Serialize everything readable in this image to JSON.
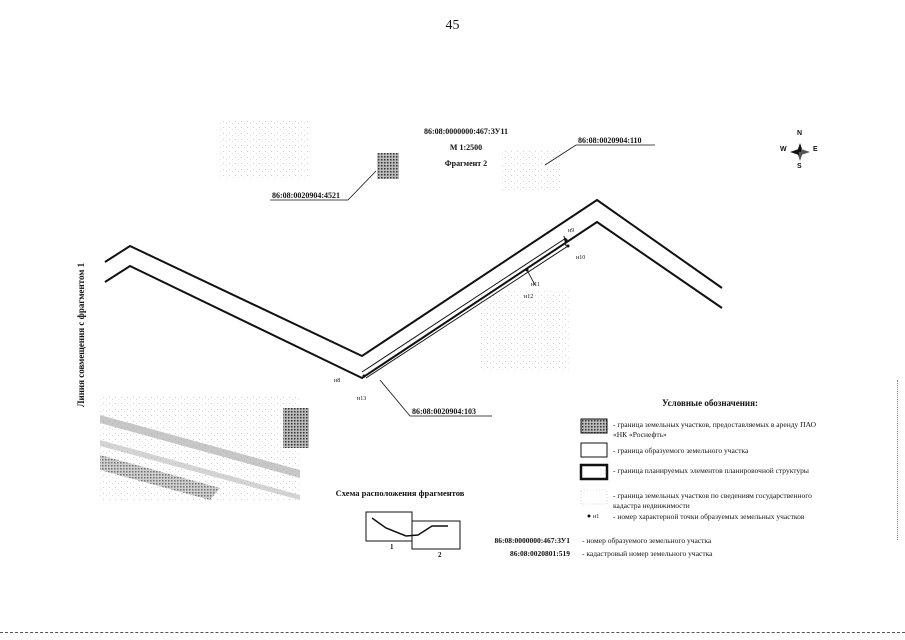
{
  "page_number": "45",
  "title": {
    "parcel_id": "86:08:0000000:467:ЗУ11",
    "scale": "М 1:2500",
    "fragment": "Фрагмент 2"
  },
  "side_label": "Линия совмещения с фрагментом 1",
  "compass": {
    "n": "N",
    "s": "S",
    "w": "W",
    "e": "E"
  },
  "map_labels": {
    "parcel_4521": "86:08:0020904:4521",
    "parcel_110": "86:08:0020904:110",
    "parcel_103": "86:08:0020904:103"
  },
  "points": {
    "n9": "н9",
    "n10": "н10",
    "n11": "н11",
    "n12": "н12",
    "n8": "н8",
    "n13": "н13"
  },
  "legend": {
    "title": "Условные обозначения:",
    "items": [
      {
        "text": "- граница земельных участков, предоставляемых в аренду ПАО «НК «Роснефть»"
      },
      {
        "text": "- граница образуемого земельного участка"
      },
      {
        "text": "- граница планируемых элементов планировочной структуры"
      },
      {
        "text": "- граница земельных участков по сведениям государственного кадастра недвижимости"
      },
      {
        "marker": "н1",
        "text": "- номер характерной точки образуемых земельных участков"
      },
      {
        "key": "86:08:0000000:467:ЗУ1",
        "text": "- номер образуемого земельного участка"
      },
      {
        "key": "86:08:0020801:519",
        "text": "- кадастровый номер земельного участка"
      }
    ]
  },
  "scheme": {
    "title": "Схема расположения фрагментов",
    "frame1": "1",
    "frame2": "2"
  },
  "colors": {
    "line": "#111111",
    "shade": "#888888"
  }
}
